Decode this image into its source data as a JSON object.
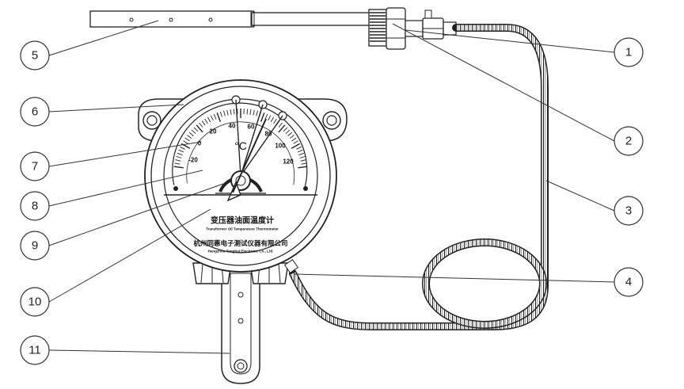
{
  "callouts": [
    "1",
    "2",
    "3",
    "4",
    "5",
    "6",
    "7",
    "8",
    "9",
    "10",
    "11"
  ],
  "dial": {
    "scale_labels": [
      "-20",
      "0",
      "20",
      "40",
      "60",
      "80",
      "100",
      "120"
    ],
    "unit": "°C",
    "title_cn": "变压器油面温度计",
    "title_en": "Transformer Oil Temperature Thermometer",
    "maker_cn": "杭州同惠电子测试仪器有限公司",
    "maker_en": "Hangzhou Tonghui Electronic Co., Ltd."
  }
}
